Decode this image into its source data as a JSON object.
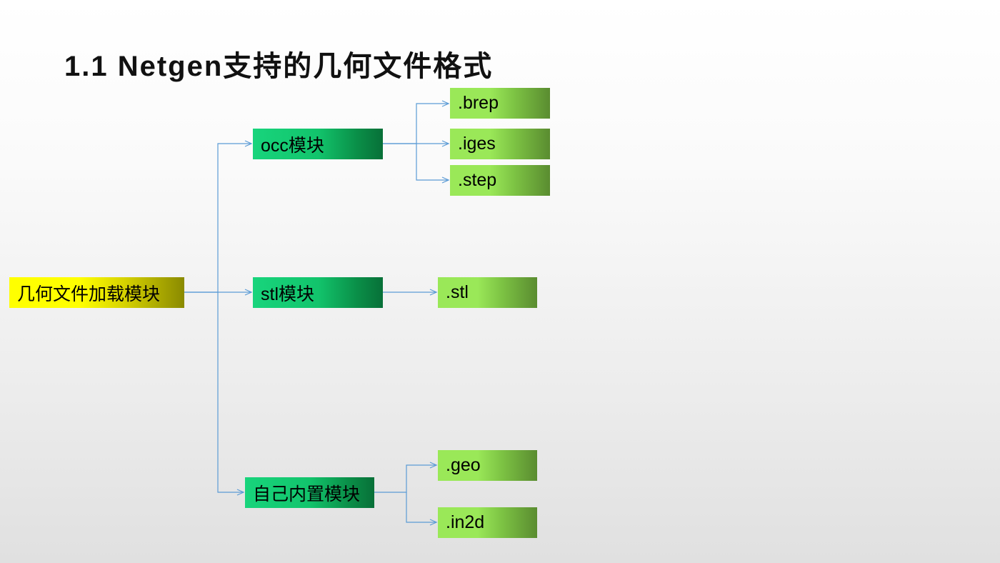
{
  "title": "1.1 Netgen支持的几何文件格式",
  "root": {
    "label": "几何文件加载模块"
  },
  "modules": [
    {
      "label": "occ模块",
      "children": [
        ".brep",
        ".iges",
        ".step"
      ]
    },
    {
      "label": "stl模块",
      "children": [
        ".stl"
      ]
    },
    {
      "label": "自己内置模块",
      "children": [
        ".geo",
        ".in2d"
      ]
    }
  ],
  "colors": {
    "root_box": "#ffff00",
    "module_box": "#18d47c",
    "leaf_box": "#9ae858",
    "connector": "#5b9bd5"
  }
}
